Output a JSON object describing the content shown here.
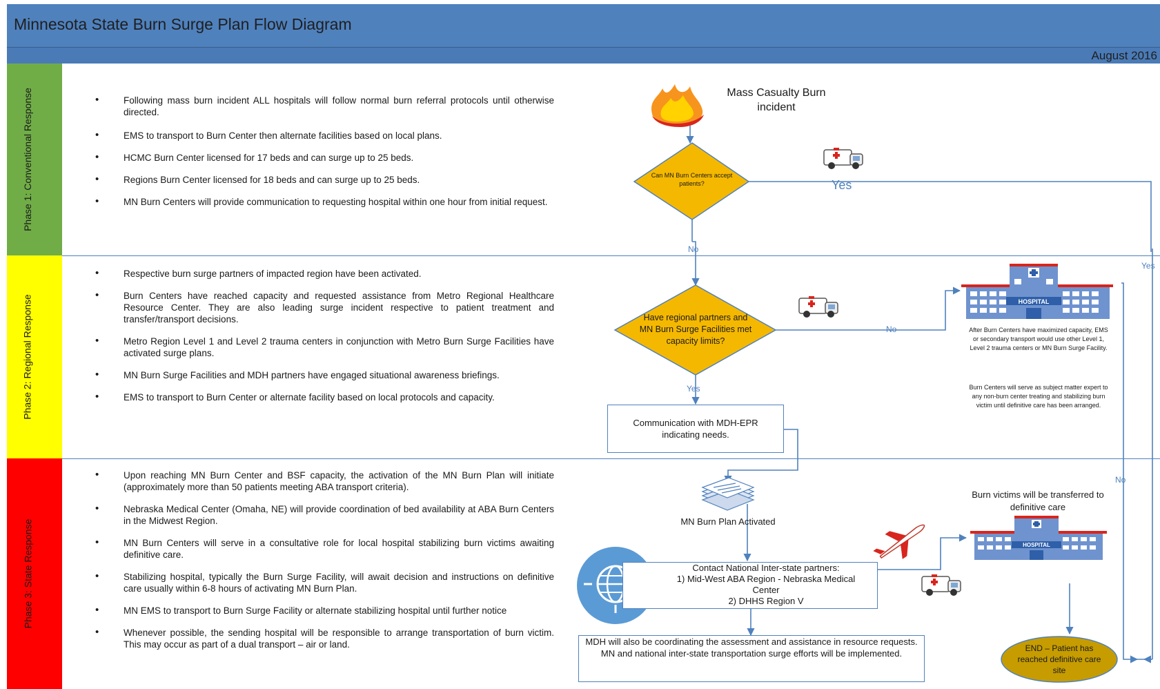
{
  "header": {
    "title": "Minnesota State Burn Surge Plan Flow Diagram",
    "date": "August 2016"
  },
  "phases": [
    {
      "label": "Phase 1: Conventional Response",
      "color": "#70ad47",
      "bullets": [
        "Following mass burn incident ALL hospitals will follow normal burn referral protocols until otherwise directed.",
        "EMS to transport to Burn Center then alternate facilities based on local plans.",
        "HCMC Burn Center licensed for 17 beds and can surge up to 25 beds.",
        "Regions Burn Center licensed for 18 beds and can surge up to 25 beds.",
        "MN Burn Centers will provide communication to requesting hospital within one hour from initial request."
      ]
    },
    {
      "label": "Phase 2: Regional Response",
      "color": "#ffff00",
      "bullets": [
        "Respective burn surge partners of impacted region have been activated.",
        "Burn Centers have reached capacity and requested assistance from Metro Regional Healthcare Resource Center. They are also leading surge incident respective to patient treatment and transfer/transport decisions.",
        "Metro Region Level 1 and Level 2 trauma centers in conjunction with Metro Burn Surge Facilities have activated surge plans.",
        "MN Burn Surge Facilities and MDH partners have engaged situational awareness briefings.",
        "EMS to transport to Burn Center or alternate facility  based on local protocols and capacity."
      ]
    },
    {
      "label": "Phase 3: State Response",
      "color": "#ff0000",
      "bullets": [
        "Upon reaching MN Burn Center and BSF capacity, the activation of the MN Burn Plan will initiate (approximately more than 50 patients meeting ABA transport criteria).",
        "Nebraska Medical Center (Omaha, NE) will provide coordination of bed availability at ABA Burn Centers in the Midwest Region.",
        "MN Burn Centers will serve in a  consultative role for local hospital stabilizing burn victims awaiting definitive care.",
        "Stabilizing hospital, typically the Burn Surge Facility, will await decision and instructions on definitive care usually within 6-8 hours of activating MN Burn Plan.",
        "MN EMS to transport to Burn Surge Facility or alternate stabilizing hospital until further notice",
        "Whenever possible, the sending hospital will be responsible to arrange transportation of burn victim.  This may occur as part of a dual transport – air or land."
      ]
    }
  ],
  "flow": {
    "start": "Mass Casualty Burn incident",
    "decision1": "Can MN Burn Centers accept patients?",
    "decision2": "Have regional partners and MN Burn Surge Facilities met capacity limits?",
    "communication": "Communication with MDH-EPR indicating needs.",
    "hospital_sign": "HOSPITAL",
    "hospital_note1": "After Burn Centers have maximized capacity, EMS or secondary transport would use other Level 1, Level 2 trauma centers or MN Burn Surge Facility.",
    "hospital_note2": "Burn Centers will serve as subject matter expert to any non-burn center treating and stabilizing burn victim until definitive care has been arranged.",
    "plan_activated": "MN Burn Plan Activated",
    "contact": "Contact National Inter-state partners:\n1) Mid-West ABA Region - Nebraska Medical Center\n2) DHHS Region V",
    "mdh_note": "MDH will also be coordinating the assessment and assistance in resource requests.\nMN and national inter-state transportation surge efforts will be implemented.",
    "transfer_note": "Burn victims will be transferred to definitive care",
    "end": "END – Patient has reached  definitive care site",
    "labels": {
      "yes": "Yes",
      "no": "No"
    }
  },
  "icons": [
    "fire-icon",
    "ambulance-icon",
    "hospital-icon",
    "documents-icon",
    "globe-icon",
    "airplane-icon"
  ],
  "colors": {
    "header": "#4f81bd",
    "diamond": "#f5b800",
    "end_oval": "#c69c00",
    "line": "#4f81bd"
  }
}
